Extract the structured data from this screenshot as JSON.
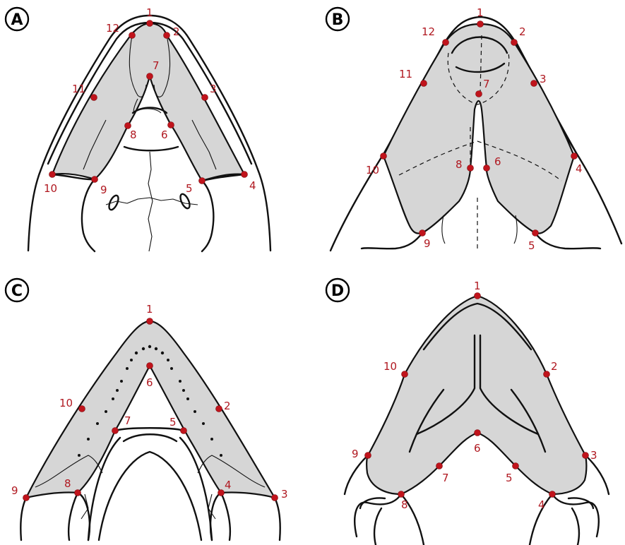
{
  "panels": [
    {
      "id": "A",
      "label": "A",
      "landmarks": [
        "1",
        "2",
        "3",
        "4",
        "5",
        "6",
        "7",
        "8",
        "9",
        "10",
        "11",
        "12"
      ]
    },
    {
      "id": "B",
      "label": "B",
      "landmarks": [
        "1",
        "2",
        "3",
        "4",
        "5",
        "6",
        "7",
        "8",
        "9",
        "10",
        "11",
        "12"
      ]
    },
    {
      "id": "C",
      "label": "C",
      "landmarks": [
        "1",
        "2",
        "3",
        "4",
        "5",
        "6",
        "7",
        "8",
        "9",
        "10"
      ]
    },
    {
      "id": "D",
      "label": "D",
      "landmarks": [
        "1",
        "2",
        "3",
        "4",
        "5",
        "6",
        "7",
        "8",
        "9",
        "10"
      ]
    }
  ],
  "colors": {
    "landmark": "#c0141c",
    "landmark_label": "#b01820",
    "bone_fill": "#d6d6d6",
    "outline": "#111111"
  }
}
